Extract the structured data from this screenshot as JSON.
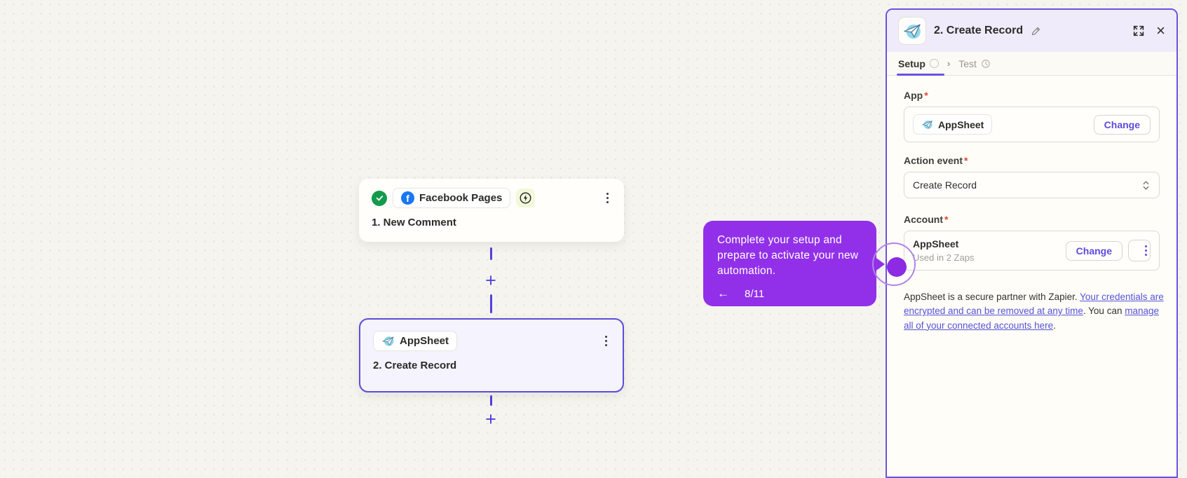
{
  "canvas": {
    "trigger_card": {
      "app_name": "Facebook Pages",
      "step_label": "1. New Comment",
      "status_icon": "check-circle-icon",
      "instant_icon": "lightning-bolt-icon"
    },
    "action_card": {
      "app_name": "AppSheet",
      "step_label": "2. Create Record",
      "app_icon": "appsheet-paper-plane-icon"
    },
    "add_step_symbol": "+"
  },
  "tooltip": {
    "text": "Complete your setup and prepare to activate your new automation.",
    "back_arrow": "←",
    "progress": "8/11",
    "bg_color": "#9230e9"
  },
  "panel": {
    "title": "2. Create Record",
    "app_icon": "appsheet-paper-plane-icon",
    "tabs": {
      "setup": "Setup",
      "test": "Test"
    },
    "app_section": {
      "label": "App",
      "required_mark": "*",
      "value": "AppSheet",
      "change_label": "Change"
    },
    "action_event_section": {
      "label": "Action event",
      "required_mark": "*",
      "value": "Create Record"
    },
    "account_section": {
      "label": "Account",
      "required_mark": "*",
      "value": "AppSheet",
      "subtext": "Used in 2 Zaps",
      "change_label": "Change"
    },
    "security_note": {
      "text_1": "AppSheet is a secure partner with Zapier. ",
      "link_1": "Your credentials are encrypted and can be removed at any time",
      "text_2": ". You can ",
      "link_2": "manage all of your connected accounts here",
      "text_3": "."
    },
    "accent_color": "#6b53e0"
  }
}
